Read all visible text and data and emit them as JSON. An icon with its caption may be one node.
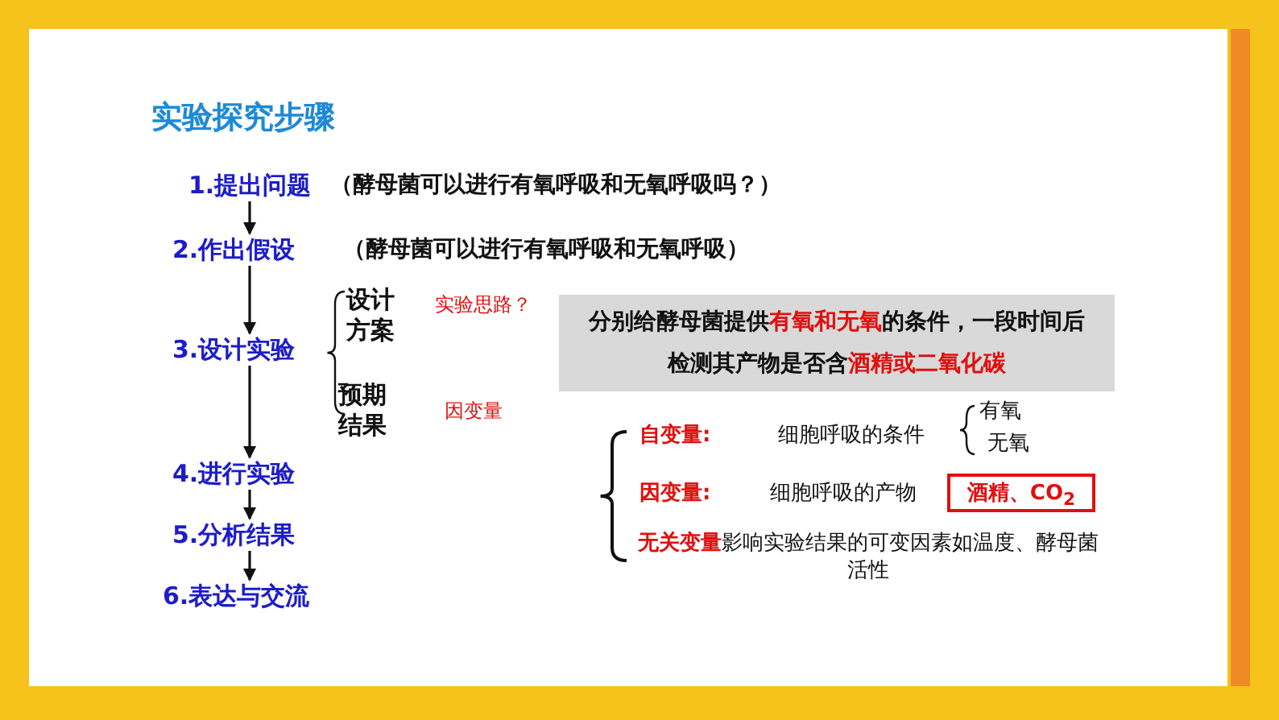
{
  "diagram": {
    "title": "实验探究步骤",
    "nodes": [
      {
        "text": [
          "1.提出问题"
        ]
      },
      {
        "text": [
          "2.作出假设"
        ]
      },
      {
        "text": [
          "3.设计实验"
        ]
      },
      {
        "text": [
          "4.进行实验"
        ]
      },
      {
        "text": [
          "5.分析结果"
        ]
      },
      {
        "text": [
          "6.表达与交流"
        ]
      },
      {
        "text": [
          "分别给酵母菌提供**有氧和无氧**的条件，一段时间后检测其产物是否含**酒精或二氧化碳**"
        ]
      },
      {
        "text": [
          "酒精、CO$_{2}$"
        ]
      }
    ],
    "edges": [
      {
        "from": 0,
        "to": 1,
        "arrow": "to"
      },
      {
        "from": 1,
        "to": 2,
        "arrow": "to"
      },
      {
        "from": 2,
        "to": 3,
        "arrow": "to"
      },
      {
        "from": 3,
        "to": 4,
        "arrow": "to"
      },
      {
        "from": 4,
        "to": 5,
        "arrow": "to"
      }
    ],
    "labels": [
      "（酵母菌可以进行有氧呼吸和无氧呼吸吗？）",
      "（酵母菌可以进行有氧呼吸和无氧呼吸）",
      "设计方案",
      "实验思路？",
      "预期结果",
      "因变量",
      "自变量:",
      "细胞呼吸的条件",
      "有氧",
      "无氧",
      "因变量:",
      "细胞呼吸的产物",
      "**无关变量**影响实验结果的可变因素如温度、酵母菌活性"
    ]
  }
}
